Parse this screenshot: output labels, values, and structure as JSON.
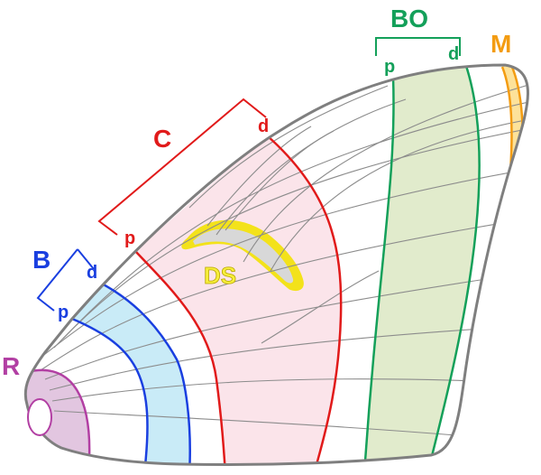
{
  "labels": {
    "R": "R",
    "B": "B",
    "C": "C",
    "BO": "BO",
    "M": "M",
    "DS": "DS",
    "proximal": "p",
    "distal": "d"
  },
  "colors": {
    "outline": "#7f7f7f",
    "vein": "#8c8c8c",
    "R_stroke": "#b23fa3",
    "R_fill": "#e2c6e0",
    "B_stroke": "#1a3fe0",
    "B_fill": "#c9ebf7",
    "C_stroke": "#e11a1a",
    "C_fill": "#fbe4ea",
    "BO_stroke": "#14a05a",
    "BO_fill": "#e1ebcc",
    "M_stroke": "#f39c12",
    "M_fill": "#fde29a",
    "DS_stroke": "#f3e21a",
    "DS_fill": "#d8d8d8"
  }
}
